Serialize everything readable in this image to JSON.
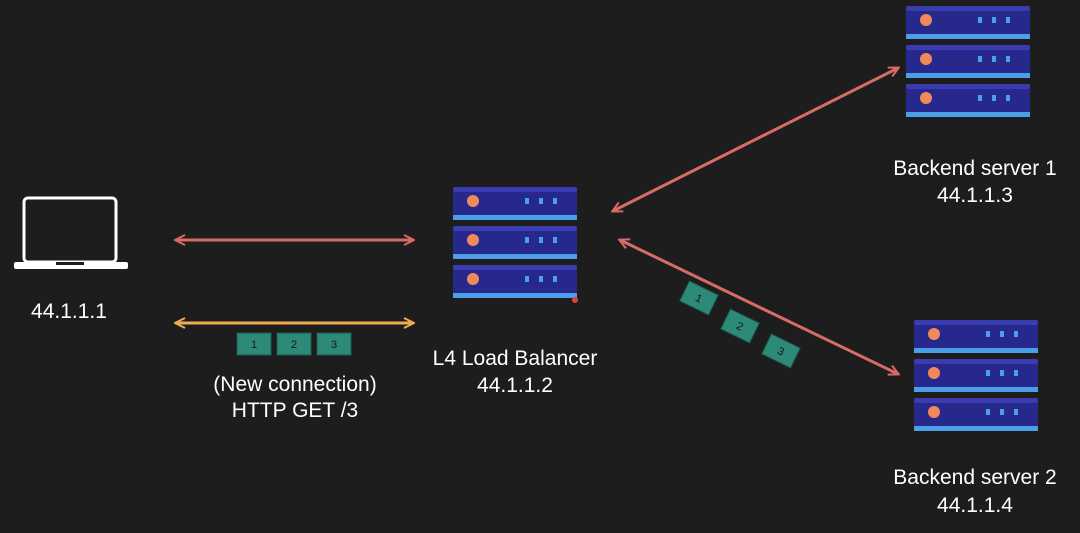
{
  "client": {
    "ip": "44.1.1.1"
  },
  "load_balancer": {
    "name": "L4 Load Balancer",
    "ip": "44.1.1.2"
  },
  "backend1": {
    "name": "Backend server 1",
    "ip": "44.1.1.3"
  },
  "backend2": {
    "name": "Backend server 2",
    "ip": "44.1.1.4"
  },
  "new_connection": {
    "line1": "(New connection)",
    "line2": "HTTP GET /3"
  },
  "packets_client": [
    "1",
    "2",
    "3"
  ],
  "packets_backend": [
    "1",
    "2",
    "3"
  ],
  "colors": {
    "background": "#1d1d1d",
    "arrow_red": "#d96b66",
    "arrow_orange": "#efac4f",
    "packet": "#2e8a78",
    "server_body": "#27288c",
    "server_light": "#3f8fe0",
    "server_led": "#f08a5d"
  }
}
